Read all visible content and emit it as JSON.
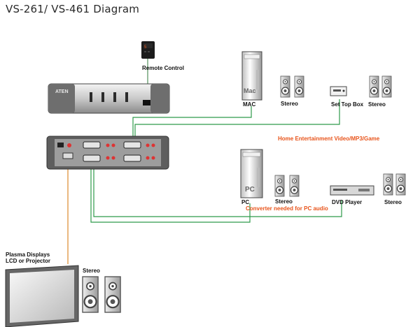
{
  "title": "VS-261/ VS-461 Diagram",
  "labels": {
    "remote_control": "Remote Control",
    "mac": "MAC",
    "stereo_mac": "Stereo",
    "set_top_box": "Set Top Box",
    "stereo_stb": "Stereo",
    "home_entertainment": "Home Entertainment Video/MP3/Game",
    "pc": "PC",
    "stereo_pc": "Stereo",
    "dvd_player": "DVD Player",
    "stereo_dvd": "Stereo",
    "converter_note": "Converter needed for PC audio",
    "display_line1": "Plasma Displays",
    "display_line2": "LCD or Projector",
    "stereo_display": "Stereo",
    "mac_logo": "Mac",
    "pc_logo": "PC",
    "brand": "ATEN",
    "remote_digit": "5"
  },
  "colors": {
    "green_cable": "#2e9a4a",
    "orange_cable": "#e29a4a",
    "note_orange": "#e8541b"
  }
}
